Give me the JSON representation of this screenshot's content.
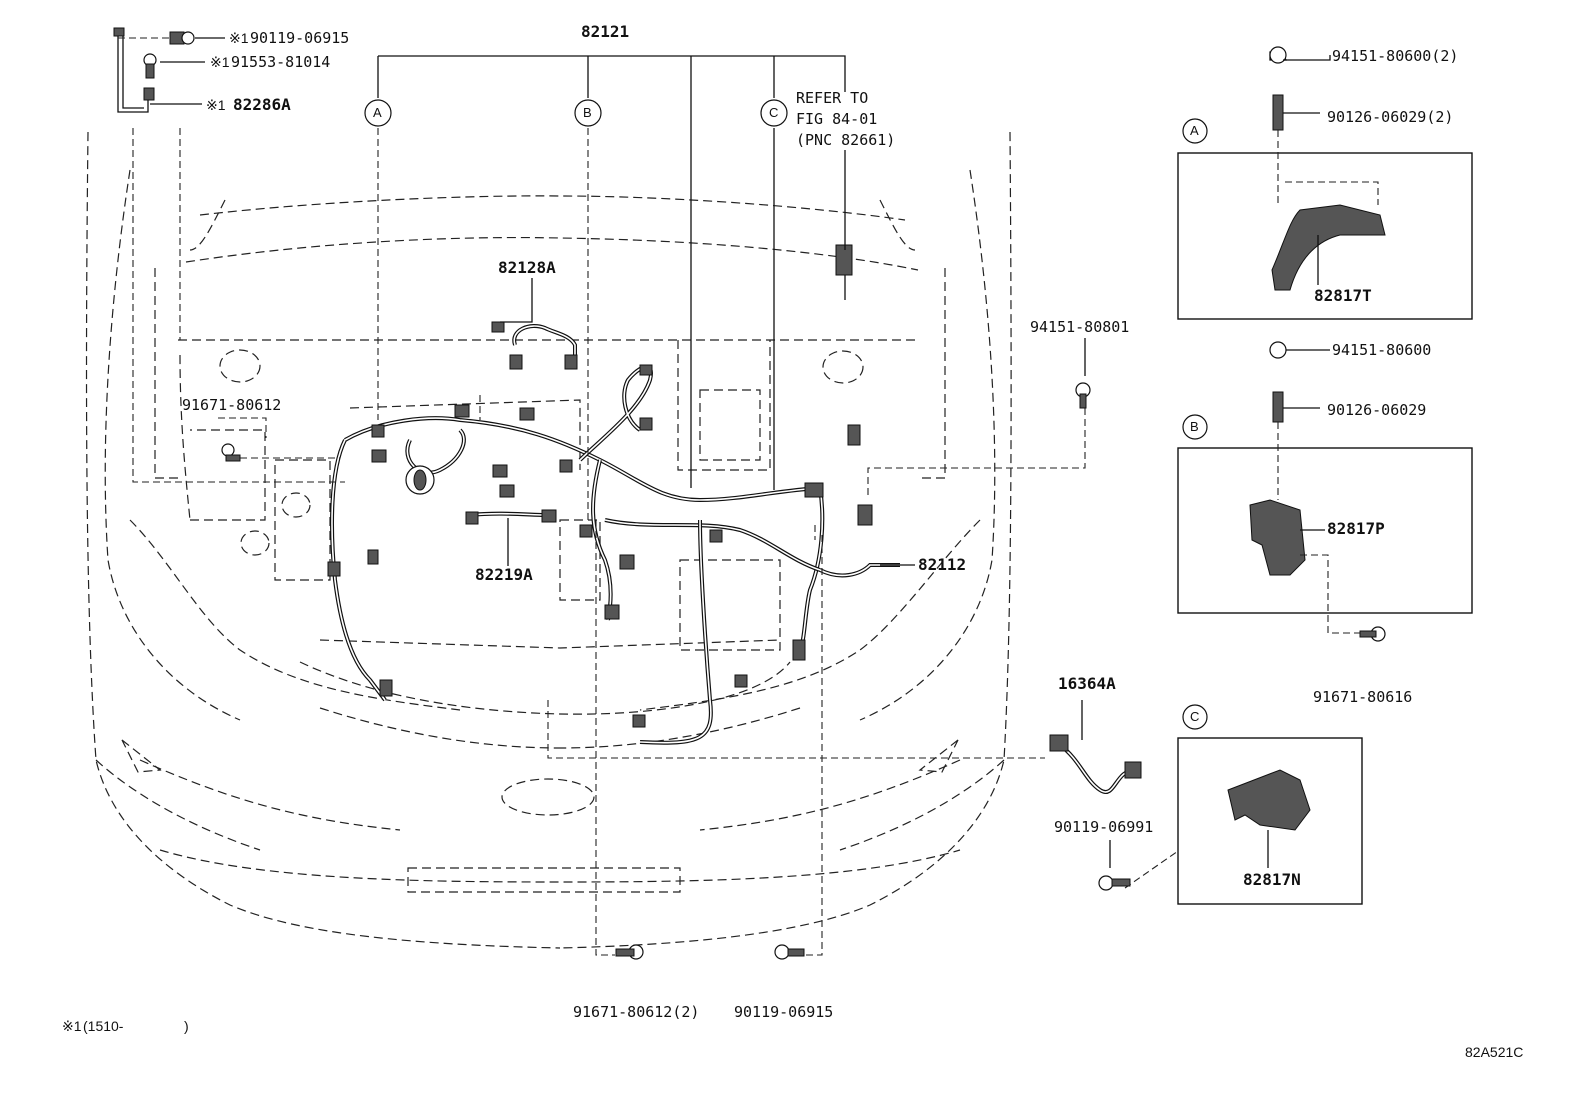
{
  "callouts": {
    "top_main": "82121",
    "p_90119_06915_top": "90119-06915",
    "p_91553_81014": "91553-81014",
    "p_82286A": "82286A",
    "note_mark": "※1",
    "refer_l1": "REFER TO",
    "refer_l2": "FIG 84-01",
    "refer_l3": "(PNC 82661)",
    "p_82128A": "82128A",
    "p_91671_80612_left": "91671-80612",
    "p_82219A": "82219A",
    "p_82112": "82112",
    "p_94151_80801": "94151-80801",
    "p_16364A": "16364A",
    "p_90119_06991": "90119-06991",
    "p_91671_80612_2": "91671-80612(2)",
    "p_90119_06915_bot": "90119-06915"
  },
  "circle_labels": {
    "a": "A",
    "b": "B",
    "c": "C"
  },
  "detail_a": {
    "label": "A",
    "nut": "94151-80600(2)",
    "stud": "90126-06029(2)",
    "part": "82817T"
  },
  "detail_b": {
    "label": "B",
    "nut": "94151-80600",
    "stud": "90126-06029",
    "part": "82817P",
    "bolt": "91671-80616"
  },
  "detail_c": {
    "label": "C",
    "part": "82817N"
  },
  "footnote": {
    "mark": "※1",
    "text": "(1510-",
    "close": ")"
  },
  "figure_id": "82A521C"
}
